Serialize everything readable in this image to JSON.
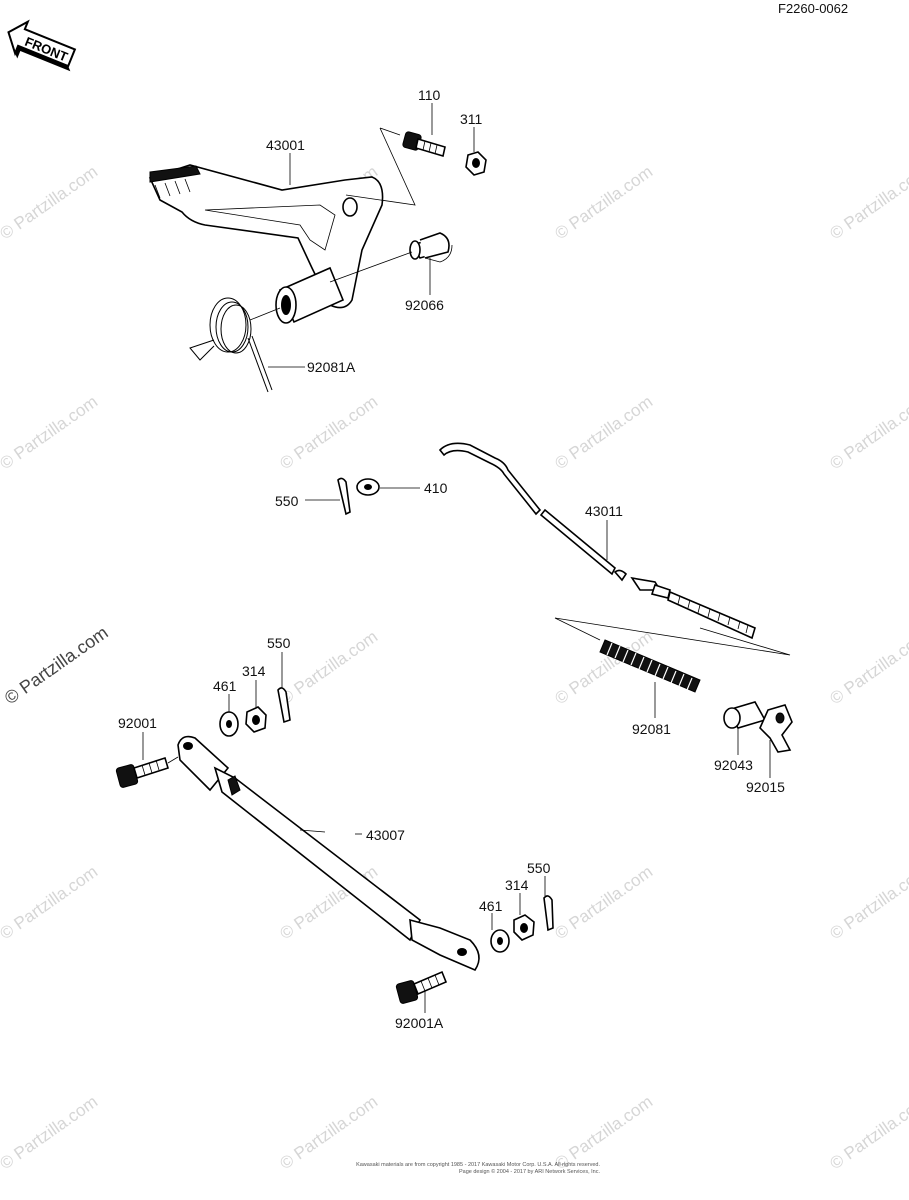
{
  "figure_code": "F2260-0062",
  "front_badge": "FRONT",
  "watermark": "© Partzilla.com",
  "copyright": [
    "Kawasaki materials are from copyright 1985 - 2017 Kawasaki Motor Corp. U.S.A. All rights reserved.",
    "Page design © 2004 - 2017 by ARI Network Services, Inc."
  ],
  "labels": {
    "p110": "110",
    "p311": "311",
    "p43001": "43001",
    "p92066": "92066",
    "p92081A": "92081A",
    "p550a": "550",
    "p410": "410",
    "p43011": "43011",
    "p550b": "550",
    "p314a": "314",
    "p461a": "461",
    "p92001": "92001",
    "p92081": "92081",
    "p92043": "92043",
    "p92015": "92015",
    "p43007": "43007",
    "p550c": "550",
    "p314b": "314",
    "p461b": "461",
    "p92001A": "92001A"
  }
}
